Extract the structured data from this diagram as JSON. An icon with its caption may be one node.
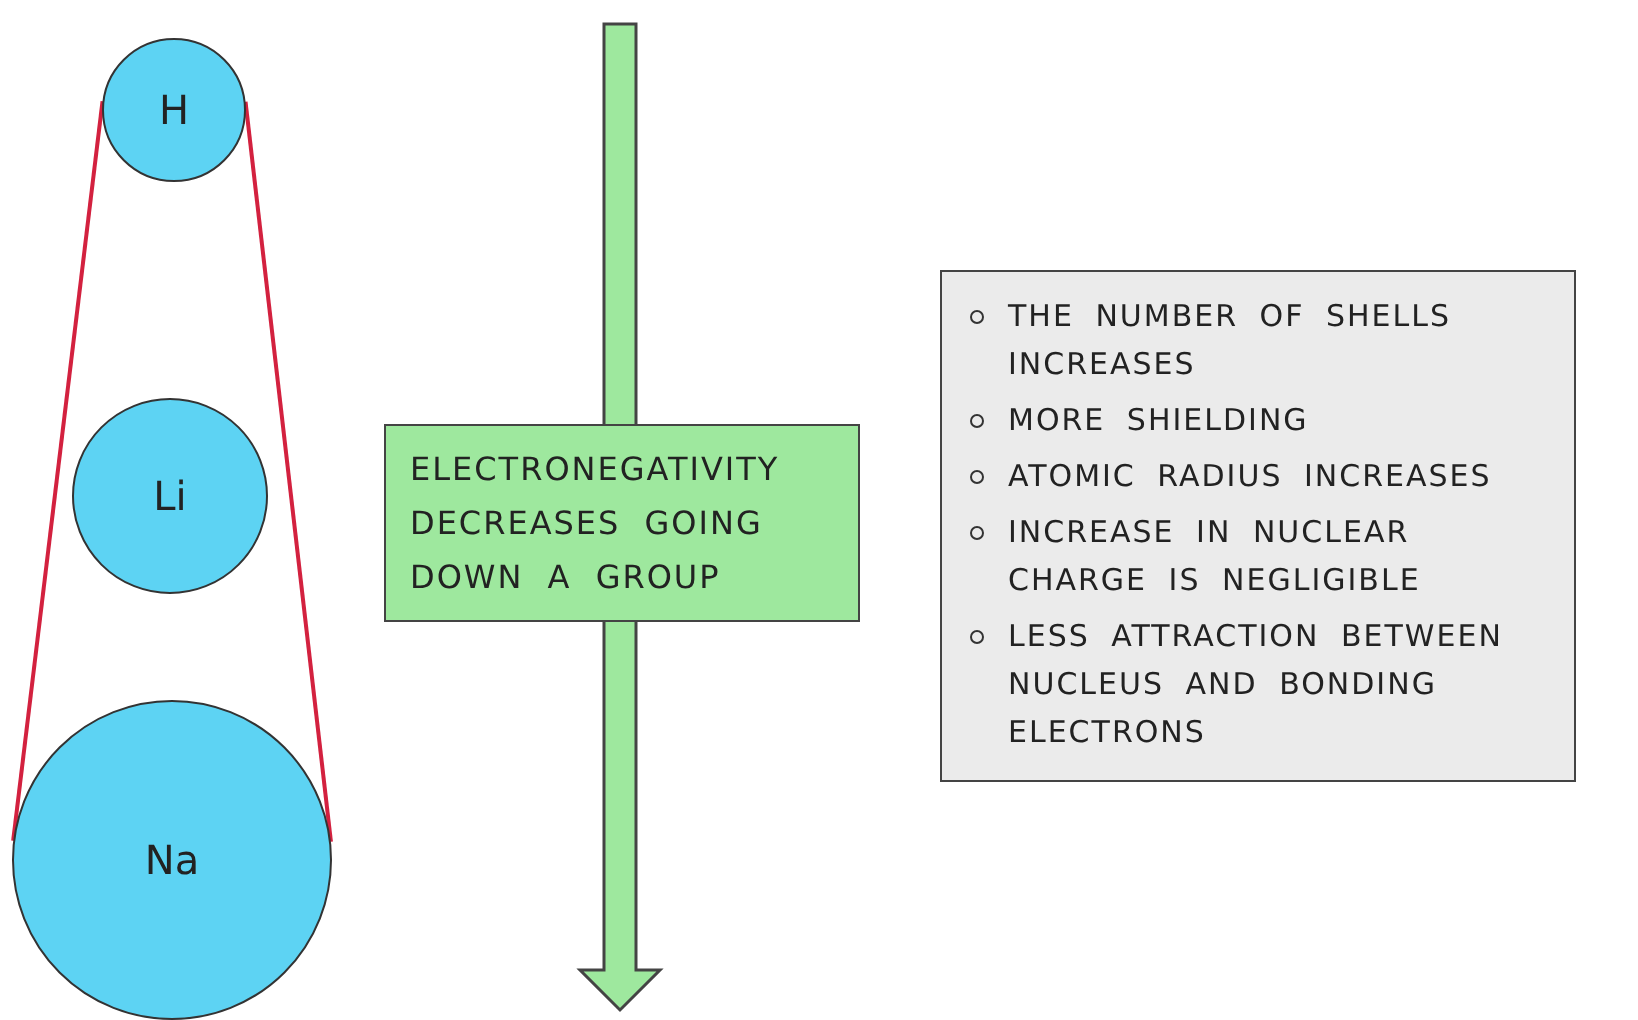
{
  "diagram": {
    "nodes": [
      {
        "text": [
          "H"
        ]
      },
      {
        "text": [
          "Li"
        ]
      },
      {
        "text": [
          "Na"
        ]
      },
      {
        "text": [
          "ELECTRONEGATIVITY DECREASES GOING DOWN A GROUP"
        ]
      },
      {
        "text": [
          "THE NUMBER OF SHELLS INCREASES",
          "MORE SHIELDING",
          "ATOMIC RADIUS INCREASES",
          "INCREASE IN NUCLEAR CHARGE IS NEGLIGIBLE",
          "LESS ATTRACTION BETWEEN NUCLEUS AND BONDING ELECTRONS"
        ]
      }
    ],
    "edges": [
      {
        "from": 0,
        "to": 2,
        "arrow": "none"
      },
      {
        "from": 0,
        "to": 2,
        "arrow": "none"
      }
    ]
  }
}
